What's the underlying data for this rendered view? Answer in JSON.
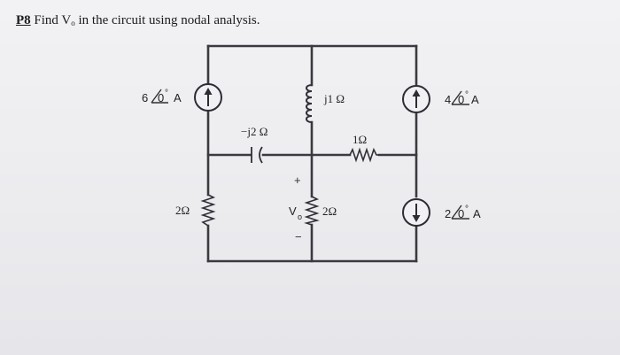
{
  "problem": {
    "number": "P8",
    "text_before": "Find V",
    "text_sub": "o",
    "text_after": " in the circuit using nodal analysis."
  },
  "sources": [
    {
      "magnitude": "6",
      "angle": "0",
      "unit": "A",
      "direction": "up"
    },
    {
      "magnitude": "4",
      "angle": "0",
      "unit": "A",
      "direction": "up"
    },
    {
      "magnitude": "2",
      "angle": "0",
      "unit": "A",
      "direction": "down"
    }
  ],
  "impedances": {
    "top_inductor": "j1 Ω",
    "capacitor": "−j2 Ω",
    "middle_resistor": "1Ω",
    "left_resistor": "2Ω",
    "center_resistor": "2Ω"
  },
  "vo": {
    "main": "V",
    "sub": "o",
    "plus": "+",
    "minus": "−"
  }
}
